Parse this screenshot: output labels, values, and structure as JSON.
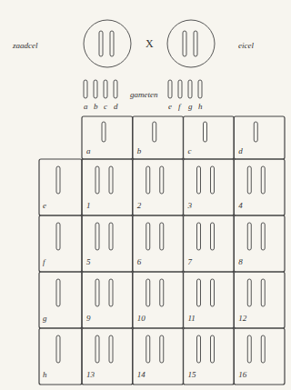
{
  "diagram": {
    "labels": [
      "zaadcel",
      "X",
      "eicel",
      "gameten",
      "a",
      "b",
      "c",
      "d",
      "e",
      "f",
      "g",
      "h",
      "a",
      "b",
      "c",
      "d",
      "e",
      "f",
      "g",
      "h",
      "1",
      "2",
      "3",
      "4",
      "5",
      "6",
      "7",
      "8",
      "9",
      "10",
      "11",
      "12",
      "13",
      "14",
      "15",
      "16"
    ]
  }
}
